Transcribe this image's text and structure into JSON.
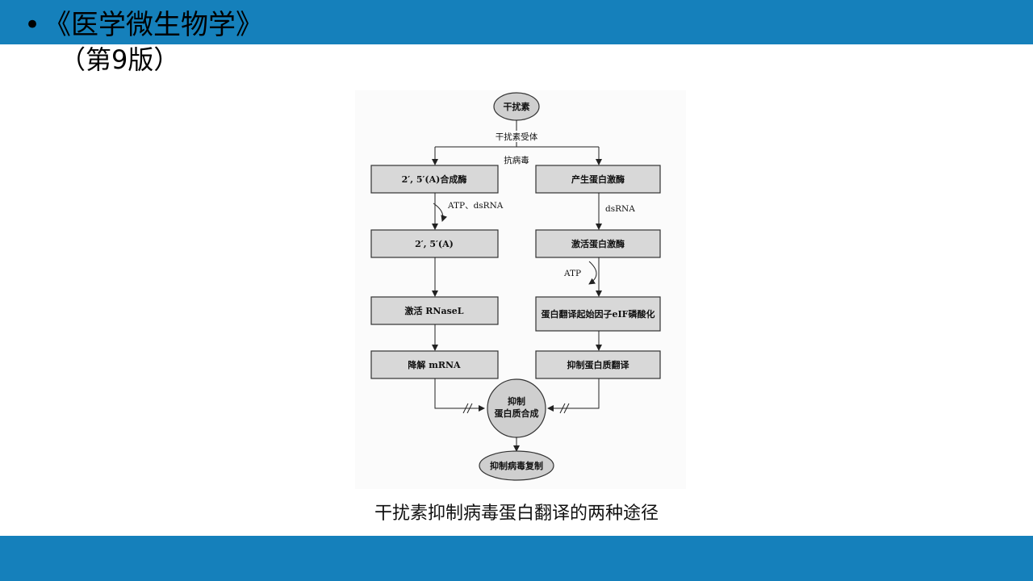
{
  "slide": {
    "bullet": "•",
    "title_line1": "《医学微生物学》",
    "title_line2": "（第9版）",
    "caption": "干扰素抑制病毒蛋白翻译的两种途径"
  },
  "colors": {
    "bar": "#1580bb",
    "box_fill": "#d8d8d8",
    "oval_fill": "#cfcfcf"
  },
  "diagram": {
    "interferon": "干扰素",
    "receptor": "干扰素受体",
    "antiviral": "抗病毒",
    "left": {
      "synthase": "2′, 5′(A)合成酶",
      "cofactor": "ATP、dsRNA",
      "oligo": "2′, 5′(A)",
      "rnase": "激活 RNaseL",
      "degrade": "降解 mRNA"
    },
    "right": {
      "pkr": "产生蛋白激酶",
      "cofactor": "dsRNA",
      "activated": "激活蛋白激酶",
      "atp": "ATP",
      "phospho": "蛋白翻译起始因子eIF磷酸化",
      "inhibit_translation": "抑制蛋白质翻译"
    },
    "center_line1": "抑制",
    "center_line2": "蛋白质合成",
    "result": "抑制病毒复制"
  }
}
